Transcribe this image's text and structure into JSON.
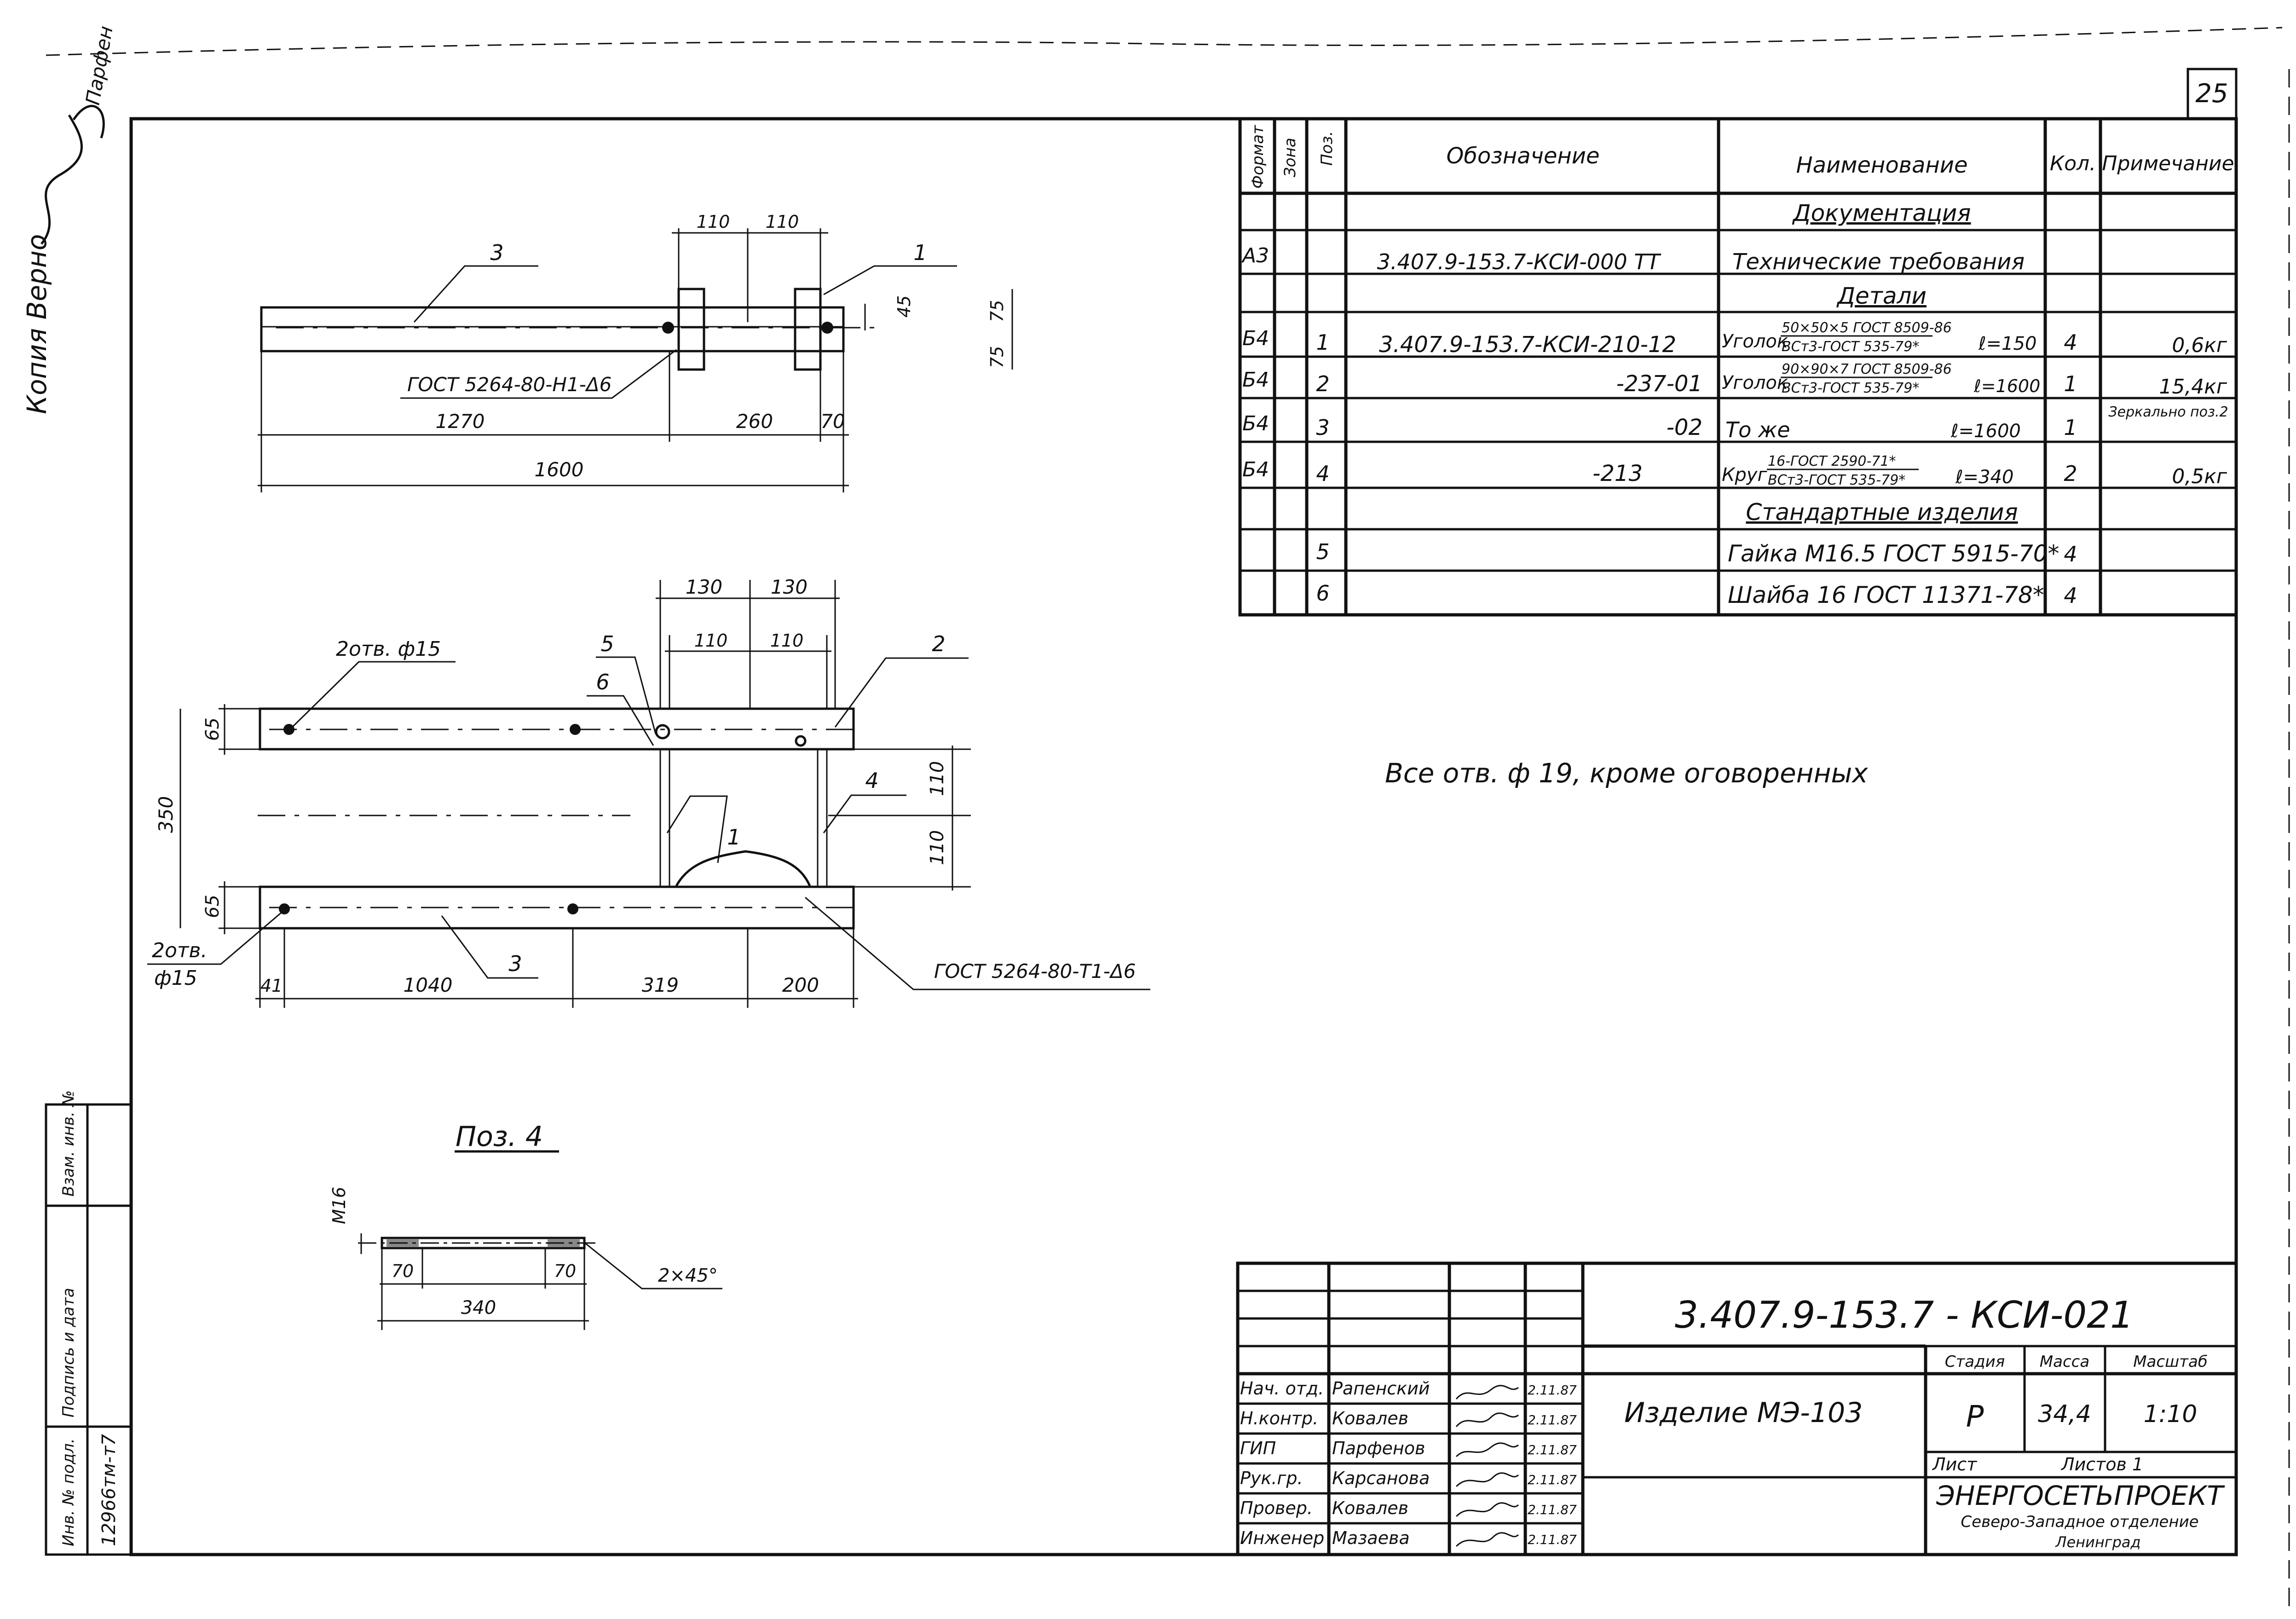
{
  "sheet_number": "25",
  "stamp_vertical": "Копия Верно",
  "corner_signature": "Парфен",
  "views": {
    "top": {
      "dims": [
        "110",
        "110",
        "45",
        "75",
        "75",
        "1270",
        "260",
        "70",
        "1600"
      ],
      "leaders": [
        "3",
        "1"
      ],
      "weld_note": "ГОСТ 5264-80-Н1-Δ6"
    },
    "plan": {
      "dims_top": [
        "130",
        "130",
        "110",
        "110"
      ],
      "dims_left": [
        "65",
        "350",
        "65"
      ],
      "dims_right": [
        "110",
        "110"
      ],
      "dims_bottom": [
        "41",
        "1040",
        "319",
        "200"
      ],
      "leaders": [
        "5",
        "6",
        "2",
        "4",
        "1",
        "3"
      ],
      "hole_note_top": "2отв. ф15",
      "hole_note_bottom_1": "2отв.",
      "hole_note_bottom_2": "ф15",
      "weld_note": "ГОСТ 5264-80-Т1-Δ6"
    },
    "pos4": {
      "title": "Поз. 4",
      "thread": "М16",
      "dims": [
        "70",
        "70",
        "340"
      ],
      "chamfer": "2×45°"
    }
  },
  "note": "Все отв. ф 19, кроме оговоренных",
  "spec": {
    "headers": [
      "Формат",
      "Зона",
      "Поз.",
      "Обозначение",
      "Наименование",
      "Кол.",
      "Примечание"
    ],
    "rows": [
      {
        "format": "",
        "zone": "",
        "pos": "",
        "designation": "",
        "name": "Документация",
        "qty": "",
        "note": "",
        "heading": true
      },
      {
        "format": "А3",
        "zone": "",
        "pos": "",
        "designation": "3.407.9-153.7-КСИ-000 ТТ",
        "name": "Технические требования",
        "qty": "",
        "note": ""
      },
      {
        "format": "",
        "zone": "",
        "pos": "",
        "designation": "",
        "name": "Детали",
        "qty": "",
        "note": "",
        "heading": true
      },
      {
        "format": "Б4",
        "zone": "",
        "pos": "1",
        "designation": "3.407.9-153.7-КСИ-210-12",
        "name": "Уголок",
        "name_top": "50×50×5 ГОСТ 8509-86",
        "name_bottom": "ВСт3-ГОСТ 535-79*",
        "name_len": "ℓ=150",
        "qty": "4",
        "note": "0,6кг"
      },
      {
        "format": "Б4",
        "zone": "",
        "pos": "2",
        "designation": "-237-01",
        "name": "Уголок",
        "name_top": "90×90×7 ГОСТ 8509-86",
        "name_bottom": "ВСт3-ГОСТ 535-79*",
        "name_len": "ℓ=1600",
        "qty": "1",
        "note": "15,4кг"
      },
      {
        "format": "Б4",
        "zone": "",
        "pos": "3",
        "designation": "-02",
        "name": "То же",
        "name_len": "ℓ=1600",
        "qty": "1",
        "note": "Зеркально поз.2"
      },
      {
        "format": "Б4",
        "zone": "",
        "pos": "4",
        "designation": "-213",
        "name": "Круг",
        "name_top": "16-ГОСТ 2590-71*",
        "name_bottom": "ВСт3-ГОСТ 535-79*",
        "name_len": "ℓ=340",
        "qty": "2",
        "note": "0,5кг"
      },
      {
        "format": "",
        "zone": "",
        "pos": "",
        "designation": "",
        "name": "Стандартные изделия",
        "qty": "",
        "note": "",
        "heading": true
      },
      {
        "format": "",
        "zone": "",
        "pos": "5",
        "designation": "",
        "name": "Гайка М16.5 ГОСТ 5915-70*",
        "qty": "4",
        "note": ""
      },
      {
        "format": "",
        "zone": "",
        "pos": "6",
        "designation": "",
        "name": "Шайба 16 ГОСТ 11371-78*",
        "qty": "4",
        "note": ""
      }
    ]
  },
  "title_block": {
    "code": "3.407.9-153.7 - КСИ-021",
    "product": "Изделие МЭ-103",
    "stage_label": "Стадия",
    "mass_label": "Масса",
    "scale_label": "Масштаб",
    "stage": "Р",
    "mass": "34,4",
    "scale": "1:10",
    "sheet_label": "Лист",
    "sheets_label": "Листов 1",
    "org_name": "ЭНЕРГОСЕТЬПРОЕКТ",
    "org_dept": "Северо-Западное отделение",
    "org_city": "Ленинград",
    "people": [
      {
        "role": "Нач. отд.",
        "name": "Рапенский",
        "date": "2.11.87"
      },
      {
        "role": "Н.контр.",
        "name": "Ковалев",
        "date": "2.11.87"
      },
      {
        "role": "ГИП",
        "name": "Парфенов",
        "date": "2.11.87"
      },
      {
        "role": "Рук.гр.",
        "name": "Карсанова",
        "date": "2.11.87"
      },
      {
        "role": "Провер.",
        "name": "Ковалев",
        "date": "2.11.87"
      },
      {
        "role": "Инженер",
        "name": "Мазаева",
        "date": "2.11.87"
      }
    ]
  },
  "side_block": {
    "labels": [
      "Инв. № подл.",
      "Подпись и дата",
      "Взам. инв. №"
    ],
    "inv_number": "12966тм-т7"
  }
}
